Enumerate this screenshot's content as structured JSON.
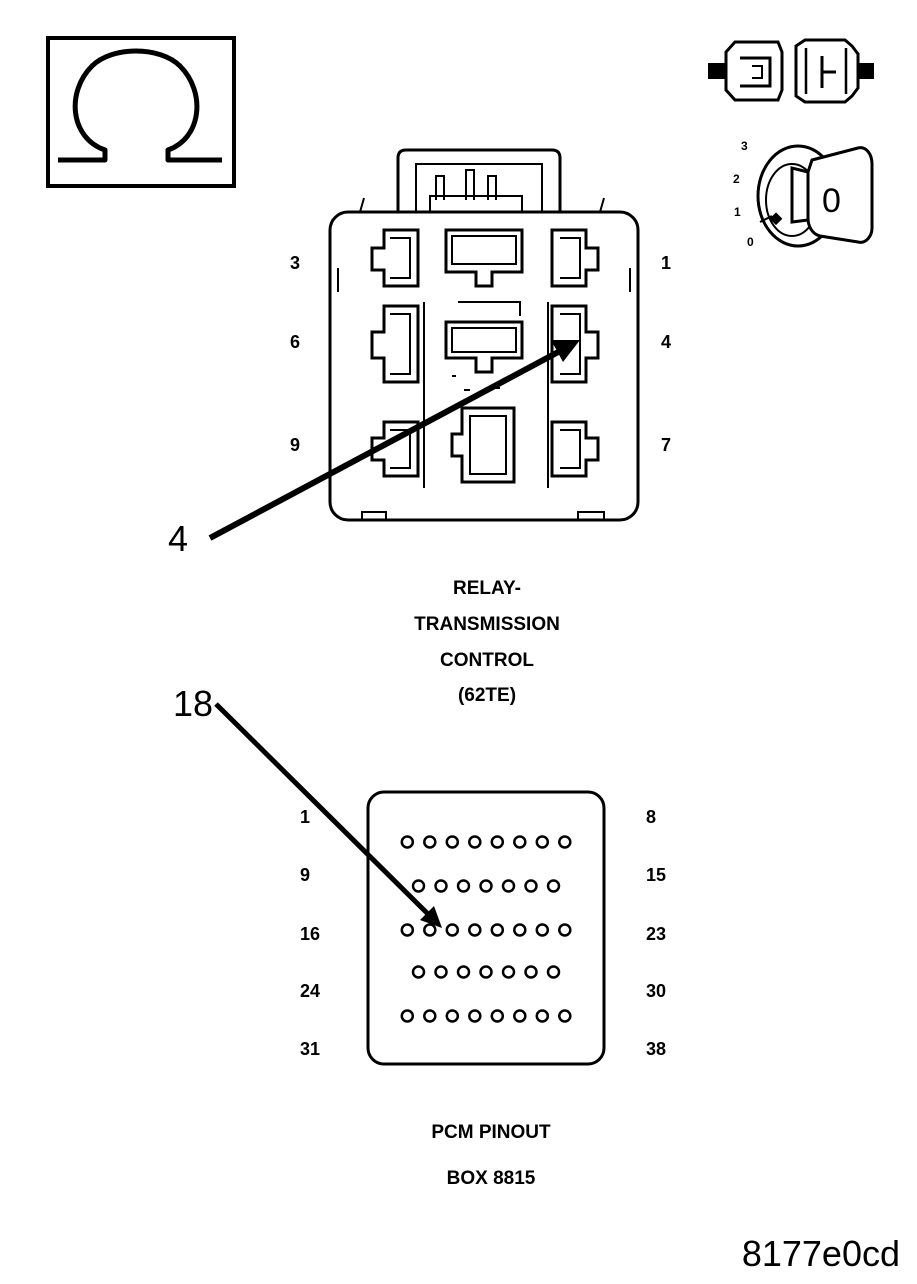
{
  "relay": {
    "pins": {
      "p3": "3",
      "p1": "1",
      "p6": "6",
      "p4": "4",
      "p9": "9",
      "p7": "7"
    },
    "pointer": "4",
    "caption": [
      "RELAY-",
      "TRANSMISSION",
      "CONTROL",
      "(62TE)"
    ]
  },
  "pcm": {
    "pointer": "18",
    "left_labels": [
      "1",
      "9",
      "16",
      "24",
      "31"
    ],
    "right_labels": [
      "8",
      "15",
      "23",
      "30",
      "38"
    ],
    "row_pin_counts": [
      8,
      7,
      8,
      7,
      8
    ],
    "caption": [
      "PCM PINOUT",
      "BOX 8815"
    ]
  },
  "ignition": {
    "positions": [
      "3",
      "2",
      "1",
      "0"
    ],
    "key_label": "0"
  },
  "icons": [
    "ohmmeter-icon",
    "disconnected-connector-icon",
    "ignition-key-icon"
  ],
  "figure_id": "8177e0cd"
}
